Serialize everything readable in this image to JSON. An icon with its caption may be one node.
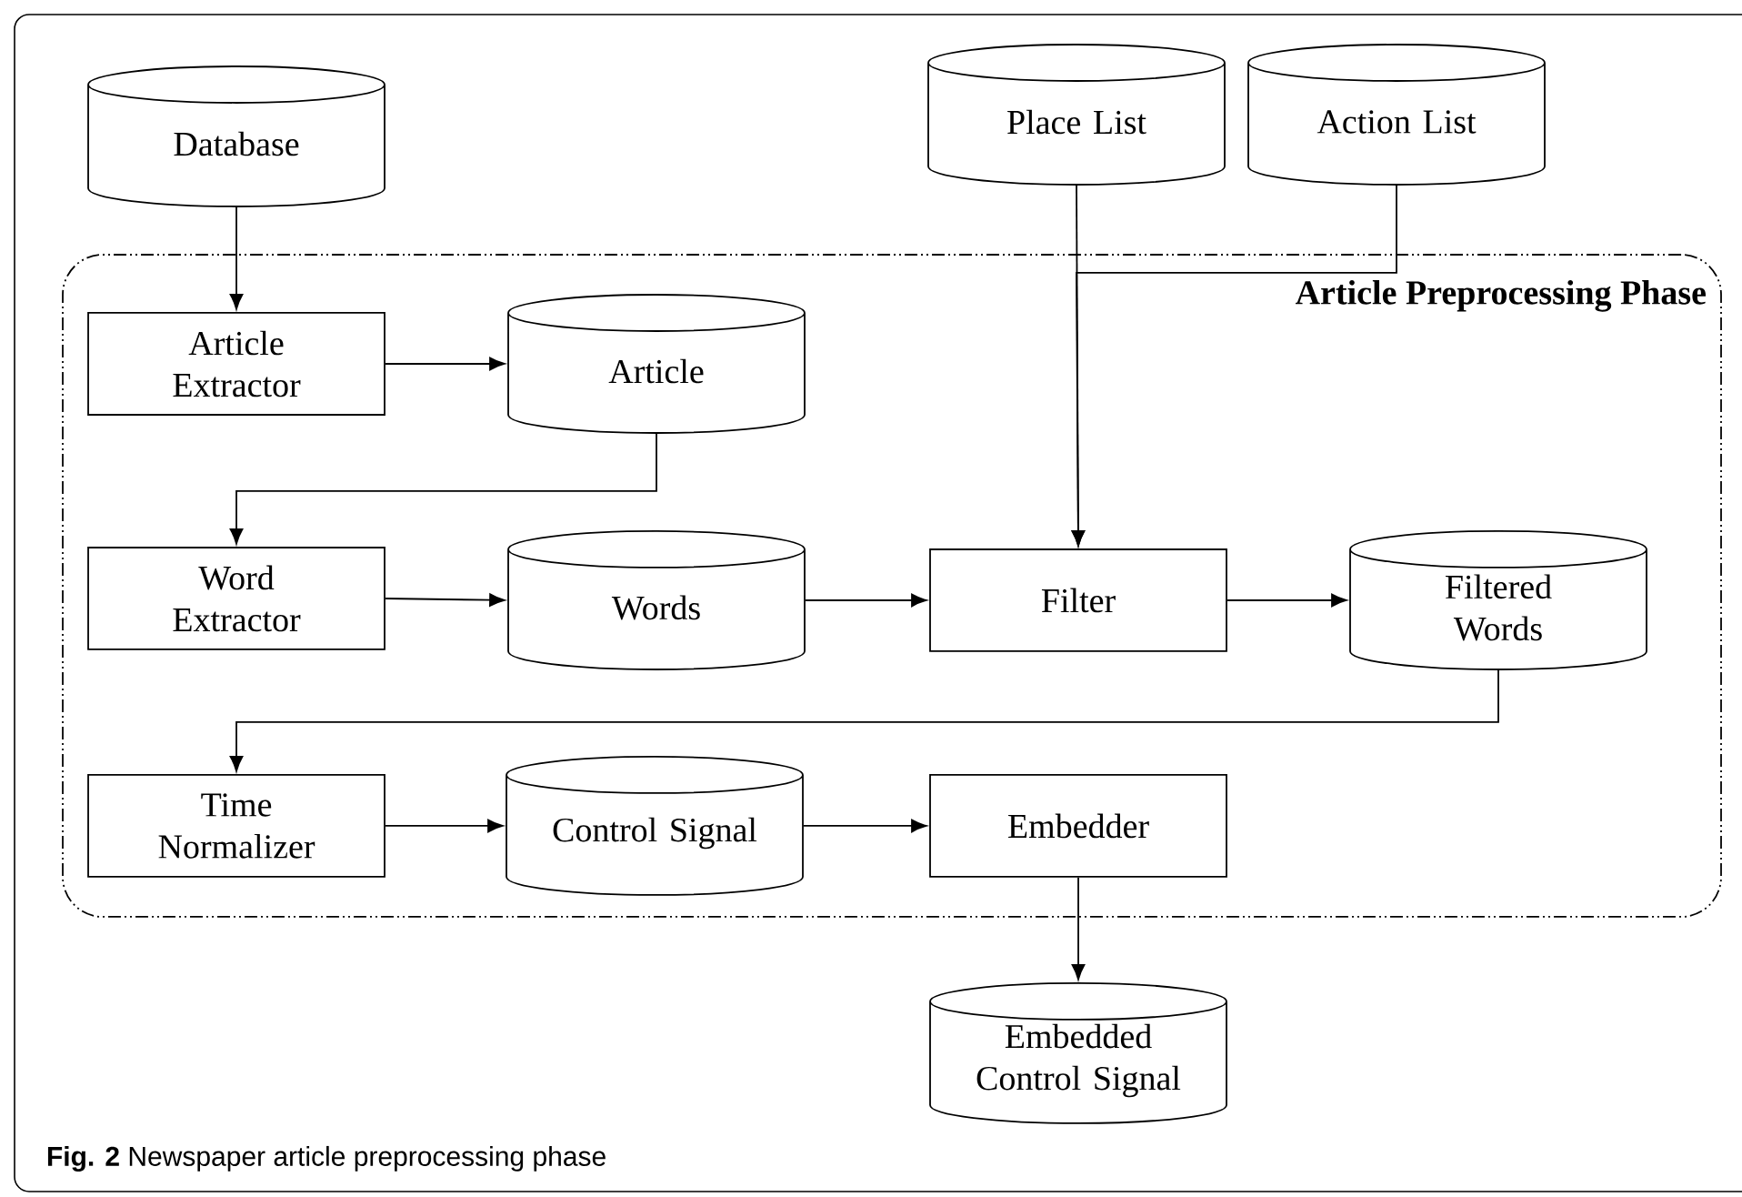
{
  "diagram": {
    "nodes": [
      {
        "text": [
          "Database"
        ]
      },
      {
        "text": [
          "Place List"
        ]
      },
      {
        "text": [
          "Action List"
        ]
      },
      {
        "text": [
          "Article Preprocessing Phase"
        ]
      },
      {
        "text": [
          "Article Extractor"
        ],
        "in": 3
      },
      {
        "text": [
          "Article"
        ],
        "in": 3
      },
      {
        "text": [
          "Word Extractor"
        ],
        "in": 3
      },
      {
        "text": [
          "Words"
        ],
        "in": 3
      },
      {
        "text": [
          "Filter"
        ],
        "in": 3
      },
      {
        "text": [
          "Filtered Words"
        ],
        "in": 3
      },
      {
        "text": [
          "Time Normalizer"
        ],
        "in": 3
      },
      {
        "text": [
          "Control Signal"
        ],
        "in": 3
      },
      {
        "text": [
          "Embedder"
        ],
        "in": 3
      },
      {
        "text": [
          "Embedded Control Signal"
        ]
      }
    ],
    "edges": [
      {
        "from": 0,
        "to": 4,
        "arrow": "to"
      },
      {
        "from": 4,
        "to": 5,
        "arrow": "to"
      },
      {
        "from": 5,
        "to": 6,
        "arrow": "to"
      },
      {
        "from": 6,
        "to": 7,
        "arrow": "to"
      },
      {
        "from": 7,
        "to": 8,
        "arrow": "to"
      },
      {
        "from": 1,
        "to": 8,
        "arrow": "to"
      },
      {
        "from": 2,
        "to": 8,
        "arrow": "to"
      },
      {
        "from": 8,
        "to": 9,
        "arrow": "to"
      },
      {
        "from": 9,
        "to": 10,
        "arrow": "to"
      },
      {
        "from": 10,
        "to": 11,
        "arrow": "to"
      },
      {
        "from": 11,
        "to": 12,
        "arrow": "to"
      },
      {
        "from": 12,
        "to": 13,
        "arrow": "to"
      }
    ],
    "caption": "**Fig. 2** Newspaper article preprocessing phase"
  }
}
